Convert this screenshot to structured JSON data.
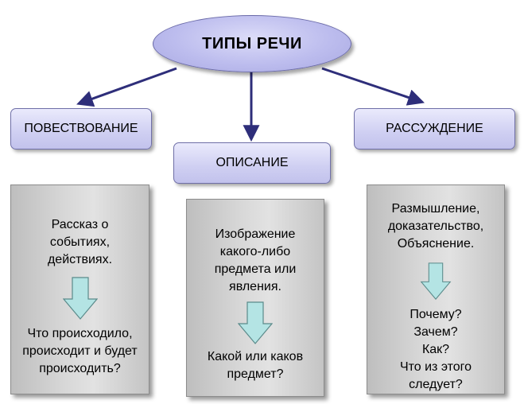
{
  "root": {
    "title": "ТИПЫ РЕЧИ"
  },
  "types": [
    {
      "label": "ПОВЕСТВОВАНИЕ",
      "definition": [
        "Рассказ о",
        "событиях,",
        "действиях."
      ],
      "questions": [
        "Что происходило,",
        "происходит и будет",
        "происходить?"
      ]
    },
    {
      "label": "ОПИСАНИЕ",
      "definition": [
        "Изображение",
        "какого-либо",
        "предмета или",
        "явления."
      ],
      "questions": [
        "Какой или каков",
        "предмет?"
      ]
    },
    {
      "label": "РАССУЖДЕНИЕ",
      "definition": [
        "Размышление,",
        "доказательство,",
        "Объяснение."
      ],
      "questions": [
        "Почему?",
        "Зачем?",
        "Как?",
        "Что из этого",
        "следует?"
      ]
    }
  ],
  "colors": {
    "ellipse_fill": "#c4c4f0",
    "type_box_fill": "#d4d4f4",
    "connector": "#2e2e7a",
    "column_fill": "#d4d4d4",
    "down_arrow_fill": "#b4e4e4",
    "down_arrow_stroke": "#5a8a8a"
  }
}
